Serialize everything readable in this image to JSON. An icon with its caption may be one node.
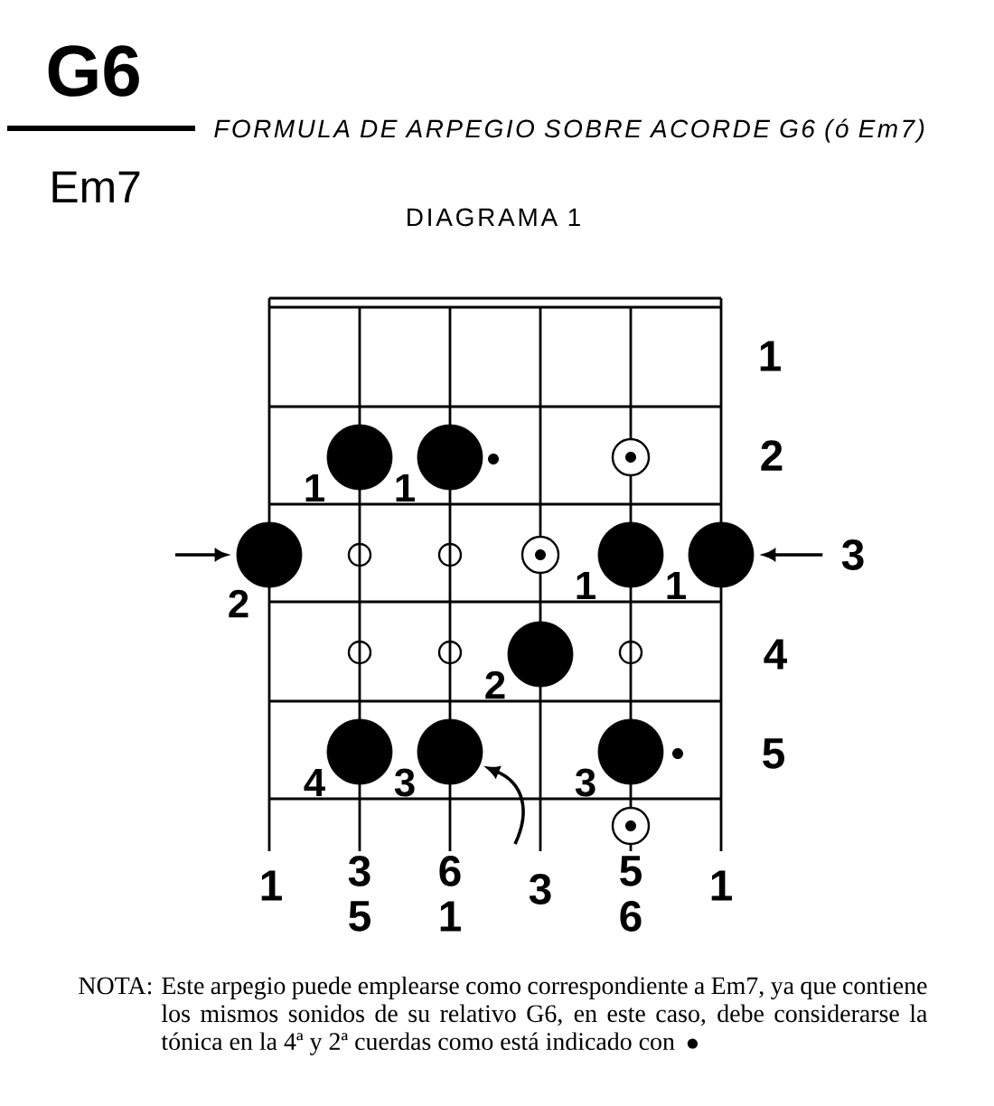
{
  "diagram": {
    "title": "FORMULA DE ARPEGIO SOBRE ACORDE G6 (ó Em7)",
    "nodes": [
      {
        "text": [],
        "shape": "circle",
        "beside": [
          "1"
        ]
      },
      {
        "text": [],
        "shape": "circle",
        "beside": [
          "1"
        ]
      },
      {
        "text": [],
        "shape": "circle",
        "beside": [
          "2"
        ]
      },
      {
        "text": [],
        "shape": "circle",
        "beside": [
          "1"
        ]
      },
      {
        "text": [],
        "shape": "circle",
        "beside": [
          "1"
        ]
      },
      {
        "text": [
          "3"
        ]
      },
      {
        "text": [],
        "shape": "circle",
        "beside": [
          "2"
        ]
      },
      {
        "text": [],
        "shape": "circle",
        "beside": [
          "4"
        ]
      },
      {
        "text": [],
        "shape": "circle",
        "beside": [
          "3"
        ]
      },
      {
        "text": [],
        "shape": "circle",
        "beside": [
          "3"
        ]
      }
    ],
    "edges": [
      {
        "from": null,
        "to": 2,
        "arrow": "to"
      },
      {
        "from": 5,
        "to": 4,
        "arrow": "to"
      },
      {
        "from": null,
        "to": 8,
        "arrow": "to"
      }
    ],
    "labels": [
      "G6",
      "Em7",
      "DIAGRAMA 1",
      "1",
      "2",
      "4",
      "5",
      "1",
      "3",
      "5",
      "6",
      "1",
      "3",
      "5",
      "6",
      "1",
      "NOTA:",
      "Este arpegio puede emplearse como correspondiente a Em7, ya que contiene los mismos sonidos de su relativo G6, en este caso, debe considerarse la tónica en la 4ª y 2ª cuerdas como está indicado con"
    ]
  }
}
